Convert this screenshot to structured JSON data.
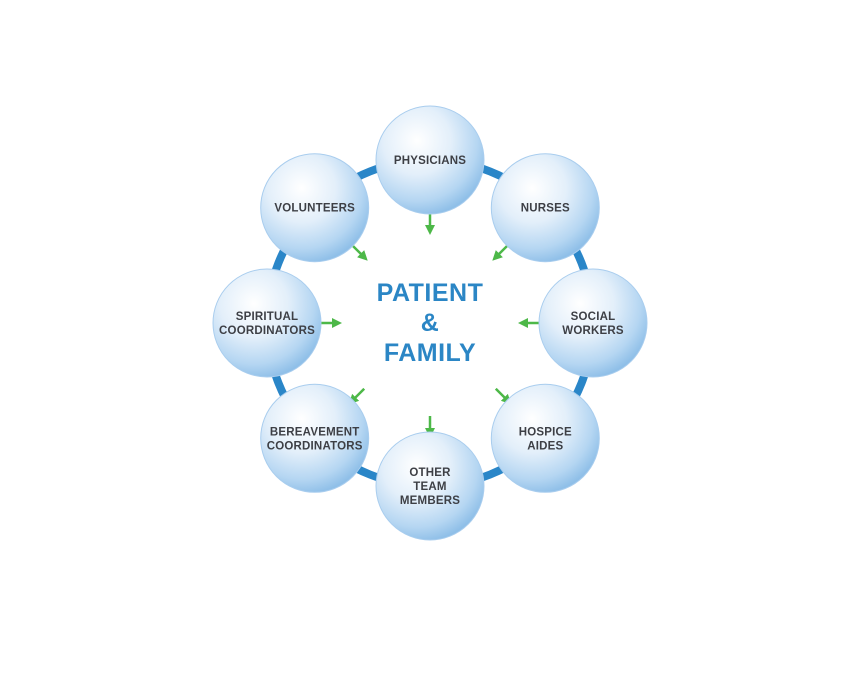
{
  "center": {
    "lines": [
      "PATIENT",
      "&",
      "FAMILY"
    ],
    "color": "#2b86c5"
  },
  "colors": {
    "ring": "#2a86c8",
    "arrow": "#4db848",
    "label": "#3d3f45",
    "bubble_light": "#ffffff",
    "bubble_mid": "#d6e8f8",
    "bubble_edge": "#8fbfe8"
  },
  "members": [
    {
      "id": "physicians",
      "lines": [
        "PHYSICIANS"
      ]
    },
    {
      "id": "nurses",
      "lines": [
        "NURSES"
      ]
    },
    {
      "id": "social-workers",
      "lines": [
        "SOCIAL",
        "WORKERS"
      ]
    },
    {
      "id": "hospice-aides",
      "lines": [
        "HOSPICE",
        "AIDES"
      ]
    },
    {
      "id": "other-team-members",
      "lines": [
        "OTHER",
        "TEAM",
        "MEMBERS"
      ]
    },
    {
      "id": "bereavement-coordinators",
      "lines": [
        "BEREAVEMENT",
        "COORDINATORS"
      ]
    },
    {
      "id": "spiritual-coordinators",
      "lines": [
        "SPIRITUAL",
        "COORDINATORS"
      ]
    },
    {
      "id": "volunteers",
      "lines": [
        "VOLUNTEERS"
      ]
    }
  ]
}
